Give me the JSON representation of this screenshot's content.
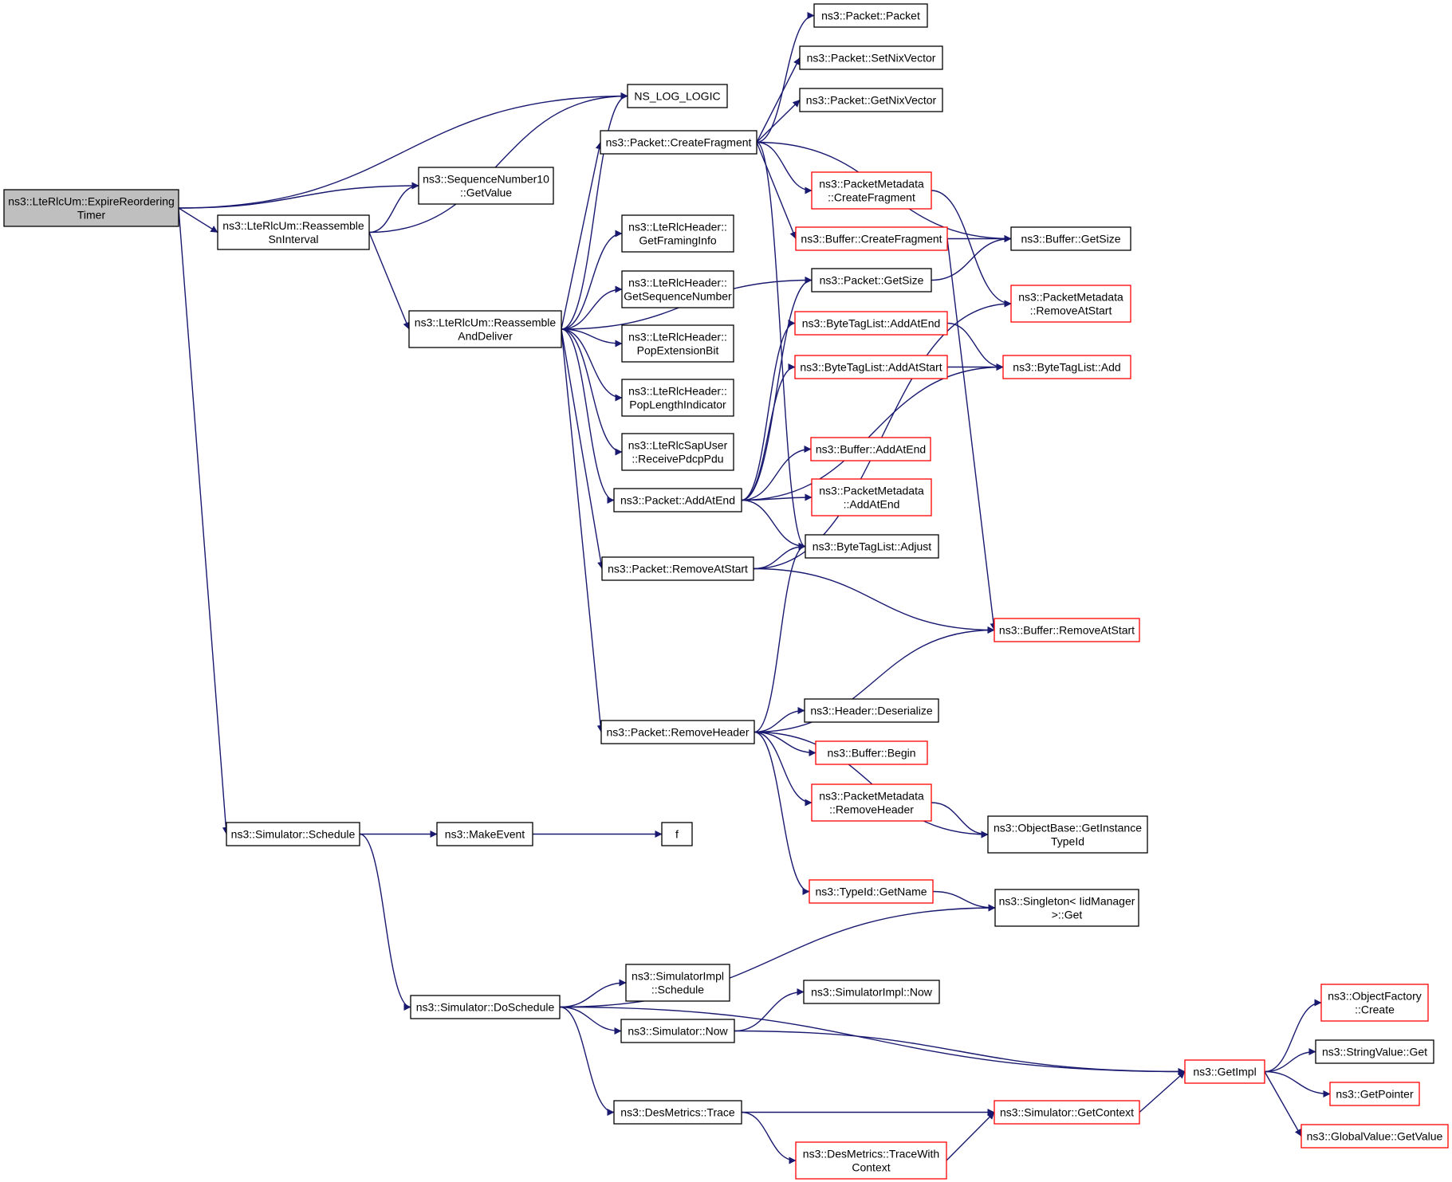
{
  "graph": {
    "title": "",
    "edge_color": "#191970",
    "node_border": "#000000",
    "truncated_border": "#ff0000",
    "root_fill": "#bfbfbf",
    "nodes": [
      {
        "id": "root",
        "lines": [
          "ns3::LteRlcUm::ExpireReordering",
          "Timer"
        ],
        "kind": "root"
      },
      {
        "id": "ns_log_logic",
        "lines": [
          "NS_LOG_LOGIC"
        ],
        "kind": "normal"
      },
      {
        "id": "seq_getvalue",
        "lines": [
          "ns3::SequenceNumber10",
          "::GetValue"
        ],
        "kind": "normal"
      },
      {
        "id": "reassemble_sn",
        "lines": [
          "ns3::LteRlcUm::Reassemble",
          "SnInterval"
        ],
        "kind": "normal"
      },
      {
        "id": "reassemble_deliver",
        "lines": [
          "ns3::LteRlcUm::Reassemble",
          "AndDeliver"
        ],
        "kind": "normal"
      },
      {
        "id": "sim_schedule",
        "lines": [
          "ns3::Simulator::Schedule"
        ],
        "kind": "normal"
      },
      {
        "id": "make_event",
        "lines": [
          "ns3::MakeEvent"
        ],
        "kind": "normal"
      },
      {
        "id": "f",
        "lines": [
          "f"
        ],
        "kind": "normal"
      },
      {
        "id": "sim_doschedule",
        "lines": [
          "ns3::Simulator::DoSchedule"
        ],
        "kind": "normal"
      },
      {
        "id": "pkt_packet",
        "lines": [
          "ns3::Packet::Packet"
        ],
        "kind": "normal"
      },
      {
        "id": "pkt_setnix",
        "lines": [
          "ns3::Packet::SetNixVector"
        ],
        "kind": "normal"
      },
      {
        "id": "pkt_getnix",
        "lines": [
          "ns3::Packet::GetNixVector"
        ],
        "kind": "normal"
      },
      {
        "id": "pkt_createfrag",
        "lines": [
          "ns3::Packet::CreateFragment"
        ],
        "kind": "normal"
      },
      {
        "id": "rlc_framing",
        "lines": [
          "ns3::LteRlcHeader::",
          "GetFramingInfo"
        ],
        "kind": "normal"
      },
      {
        "id": "rlc_seqnum",
        "lines": [
          "ns3::LteRlcHeader::",
          "GetSequenceNumber"
        ],
        "kind": "normal"
      },
      {
        "id": "rlc_popext",
        "lines": [
          "ns3::LteRlcHeader::",
          "PopExtensionBit"
        ],
        "kind": "normal"
      },
      {
        "id": "rlc_poplen",
        "lines": [
          "ns3::LteRlcHeader::",
          "PopLengthIndicator"
        ],
        "kind": "normal"
      },
      {
        "id": "rlc_sapuser",
        "lines": [
          "ns3::LteRlcSapUser",
          "::ReceivePdcpPdu"
        ],
        "kind": "normal"
      },
      {
        "id": "pkt_addatend",
        "lines": [
          "ns3::Packet::AddAtEnd"
        ],
        "kind": "normal"
      },
      {
        "id": "pkt_removeatstart",
        "lines": [
          "ns3::Packet::RemoveAtStart"
        ],
        "kind": "normal"
      },
      {
        "id": "pkt_removeheader",
        "lines": [
          "ns3::Packet::RemoveHeader"
        ],
        "kind": "normal"
      },
      {
        "id": "pm_createfrag",
        "lines": [
          "ns3::PacketMetadata",
          "::CreateFragment"
        ],
        "kind": "truncated"
      },
      {
        "id": "buf_createfrag",
        "lines": [
          "ns3::Buffer::CreateFragment"
        ],
        "kind": "truncated"
      },
      {
        "id": "pkt_getsize",
        "lines": [
          "ns3::Packet::GetSize"
        ],
        "kind": "normal"
      },
      {
        "id": "btl_addatend",
        "lines": [
          "ns3::ByteTagList::AddAtEnd"
        ],
        "kind": "truncated"
      },
      {
        "id": "btl_addatstart",
        "lines": [
          "ns3::ByteTagList::AddAtStart"
        ],
        "kind": "truncated"
      },
      {
        "id": "buf_addatend",
        "lines": [
          "ns3::Buffer::AddAtEnd"
        ],
        "kind": "truncated"
      },
      {
        "id": "pm_addatend",
        "lines": [
          "ns3::PacketMetadata",
          "::AddAtEnd"
        ],
        "kind": "truncated"
      },
      {
        "id": "btl_adjust",
        "lines": [
          "ns3::ByteTagList::Adjust"
        ],
        "kind": "normal"
      },
      {
        "id": "hdr_deserialize",
        "lines": [
          "ns3::Header::Deserialize"
        ],
        "kind": "normal"
      },
      {
        "id": "buf_begin",
        "lines": [
          "ns3::Buffer::Begin"
        ],
        "kind": "truncated"
      },
      {
        "id": "pm_removeheader",
        "lines": [
          "ns3::PacketMetadata",
          "::RemoveHeader"
        ],
        "kind": "truncated"
      },
      {
        "id": "typeid_getname",
        "lines": [
          "ns3::TypeId::GetName"
        ],
        "kind": "truncated"
      },
      {
        "id": "simimpl_schedule",
        "lines": [
          "ns3::SimulatorImpl",
          "::Schedule"
        ],
        "kind": "normal"
      },
      {
        "id": "sim_now",
        "lines": [
          "ns3::Simulator::Now"
        ],
        "kind": "normal"
      },
      {
        "id": "desm_trace",
        "lines": [
          "ns3::DesMetrics::Trace"
        ],
        "kind": "normal"
      },
      {
        "id": "buf_getsize",
        "lines": [
          "ns3::Buffer::GetSize"
        ],
        "kind": "normal"
      },
      {
        "id": "pm_removeatstart",
        "lines": [
          "ns3::PacketMetadata",
          "::RemoveAtStart"
        ],
        "kind": "truncated"
      },
      {
        "id": "btl_add",
        "lines": [
          "ns3::ByteTagList::Add"
        ],
        "kind": "truncated"
      },
      {
        "id": "buf_removeatstart",
        "lines": [
          "ns3::Buffer::RemoveAtStart"
        ],
        "kind": "truncated"
      },
      {
        "id": "ob_getinstance",
        "lines": [
          "ns3::ObjectBase::GetInstance",
          "TypeId"
        ],
        "kind": "normal"
      },
      {
        "id": "singleton_get",
        "lines": [
          "ns3::Singleton< IidManager",
          ">::Get"
        ],
        "kind": "normal"
      },
      {
        "id": "simimpl_now",
        "lines": [
          "ns3::SimulatorImpl::Now"
        ],
        "kind": "normal"
      },
      {
        "id": "get_impl",
        "lines": [
          "ns3::GetImpl"
        ],
        "kind": "truncated"
      },
      {
        "id": "sim_getcontext",
        "lines": [
          "ns3::Simulator::GetContext"
        ],
        "kind": "truncated"
      },
      {
        "id": "desm_tracectx",
        "lines": [
          "ns3::DesMetrics::TraceWith",
          "Context"
        ],
        "kind": "truncated"
      },
      {
        "id": "of_create",
        "lines": [
          "ns3::ObjectFactory",
          "::Create"
        ],
        "kind": "truncated"
      },
      {
        "id": "sv_get",
        "lines": [
          "ns3::StringValue::Get"
        ],
        "kind": "normal"
      },
      {
        "id": "get_pointer",
        "lines": [
          "ns3::GetPointer"
        ],
        "kind": "truncated"
      },
      {
        "id": "gv_getvalue",
        "lines": [
          "ns3::GlobalValue::GetValue"
        ],
        "kind": "truncated"
      }
    ],
    "edges": [
      [
        "root",
        "ns_log_logic"
      ],
      [
        "root",
        "seq_getvalue"
      ],
      [
        "root",
        "reassemble_sn"
      ],
      [
        "root",
        "sim_schedule"
      ],
      [
        "reassemble_sn",
        "seq_getvalue"
      ],
      [
        "reassemble_sn",
        "ns_log_logic"
      ],
      [
        "reassemble_sn",
        "reassemble_deliver"
      ],
      [
        "reassemble_deliver",
        "ns_log_logic"
      ],
      [
        "reassemble_deliver",
        "pkt_createfrag"
      ],
      [
        "reassemble_deliver",
        "pkt_getsize"
      ],
      [
        "reassemble_deliver",
        "rlc_framing"
      ],
      [
        "reassemble_deliver",
        "rlc_seqnum"
      ],
      [
        "reassemble_deliver",
        "rlc_popext"
      ],
      [
        "reassemble_deliver",
        "rlc_poplen"
      ],
      [
        "reassemble_deliver",
        "rlc_sapuser"
      ],
      [
        "reassemble_deliver",
        "pkt_addatend"
      ],
      [
        "reassemble_deliver",
        "pkt_removeatstart"
      ],
      [
        "reassemble_deliver",
        "pkt_removeheader"
      ],
      [
        "pkt_createfrag",
        "pkt_packet"
      ],
      [
        "pkt_createfrag",
        "pkt_setnix"
      ],
      [
        "pkt_createfrag",
        "pkt_getnix"
      ],
      [
        "pkt_createfrag",
        "pm_createfrag"
      ],
      [
        "pkt_createfrag",
        "buf_createfrag"
      ],
      [
        "pkt_createfrag",
        "buf_getsize"
      ],
      [
        "pkt_createfrag",
        "btl_adjust"
      ],
      [
        "pm_createfrag",
        "pm_removeatstart"
      ],
      [
        "buf_createfrag",
        "buf_getsize"
      ],
      [
        "buf_createfrag",
        "buf_removeatstart"
      ],
      [
        "pkt_getsize",
        "buf_getsize"
      ],
      [
        "btl_addatend",
        "btl_add"
      ],
      [
        "btl_addatstart",
        "btl_add"
      ],
      [
        "pkt_addatend",
        "pkt_getsize"
      ],
      [
        "pkt_addatend",
        "btl_addatend"
      ],
      [
        "pkt_addatend",
        "btl_addatstart"
      ],
      [
        "pkt_addatend",
        "btl_add"
      ],
      [
        "pkt_addatend",
        "buf_addatend"
      ],
      [
        "pkt_addatend",
        "pm_addatend"
      ],
      [
        "pkt_addatend",
        "btl_adjust"
      ],
      [
        "pkt_removeatstart",
        "btl_adjust"
      ],
      [
        "pkt_removeatstart",
        "pm_removeatstart"
      ],
      [
        "pkt_removeatstart",
        "buf_removeatstart"
      ],
      [
        "pkt_removeheader",
        "btl_adjust"
      ],
      [
        "pkt_removeheader",
        "buf_removeatstart"
      ],
      [
        "pkt_removeheader",
        "hdr_deserialize"
      ],
      [
        "pkt_removeheader",
        "buf_begin"
      ],
      [
        "pkt_removeheader",
        "pm_removeheader"
      ],
      [
        "pkt_removeheader",
        "ob_getinstance"
      ],
      [
        "pkt_removeheader",
        "typeid_getname"
      ],
      [
        "pm_removeheader",
        "ob_getinstance"
      ],
      [
        "typeid_getname",
        "singleton_get"
      ],
      [
        "sim_schedule",
        "make_event"
      ],
      [
        "sim_schedule",
        "sim_doschedule"
      ],
      [
        "make_event",
        "f"
      ],
      [
        "sim_doschedule",
        "singleton_get"
      ],
      [
        "sim_doschedule",
        "simimpl_schedule"
      ],
      [
        "sim_doschedule",
        "sim_now"
      ],
      [
        "sim_doschedule",
        "get_impl"
      ],
      [
        "sim_doschedule",
        "desm_trace"
      ],
      [
        "sim_now",
        "simimpl_now"
      ],
      [
        "sim_now",
        "get_impl"
      ],
      [
        "desm_trace",
        "sim_getcontext"
      ],
      [
        "desm_trace",
        "desm_tracectx"
      ],
      [
        "desm_tracectx",
        "sim_getcontext"
      ],
      [
        "sim_getcontext",
        "get_impl"
      ],
      [
        "get_impl",
        "of_create"
      ],
      [
        "get_impl",
        "sv_get"
      ],
      [
        "get_impl",
        "get_pointer"
      ],
      [
        "get_impl",
        "gv_getvalue"
      ]
    ]
  }
}
